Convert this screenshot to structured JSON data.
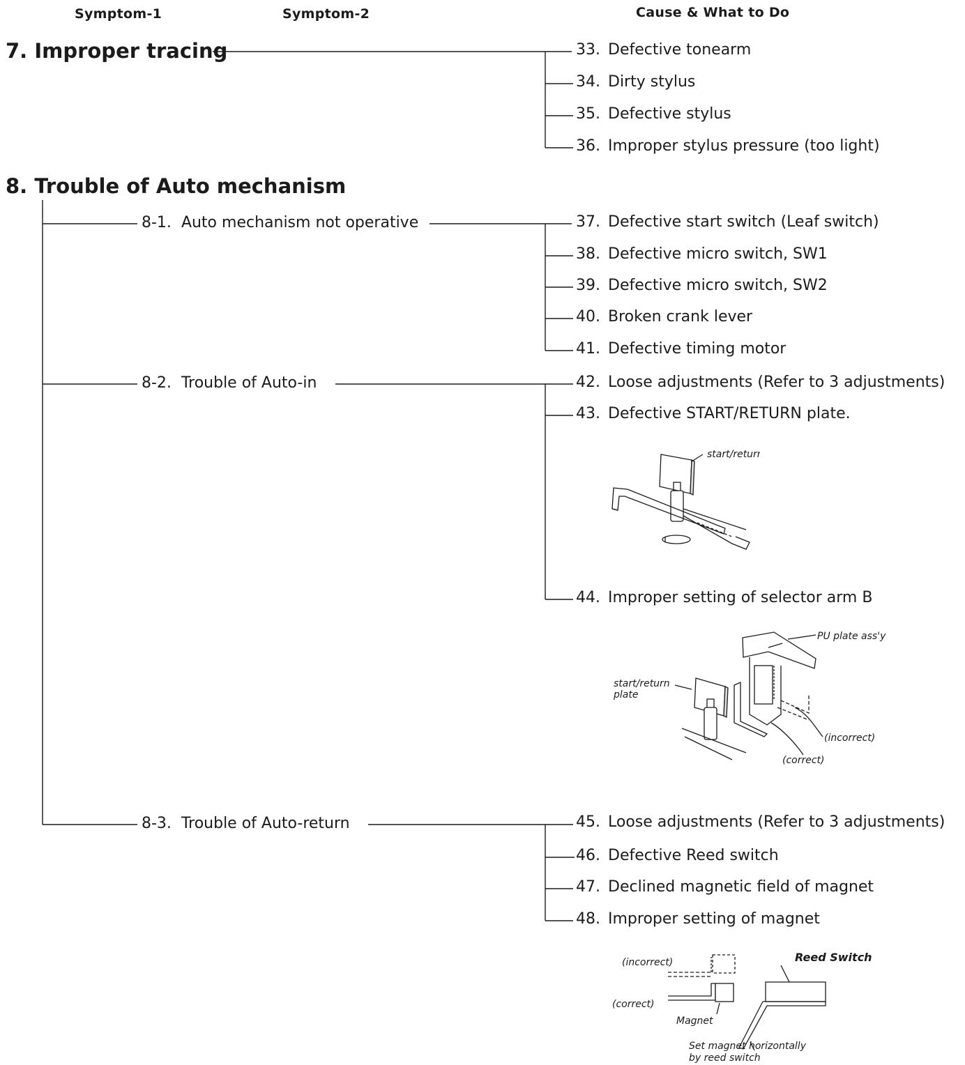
{
  "headers": {
    "symptom1": "Symptom-1",
    "symptom2": "Symptom-2",
    "cause": "Cause & What to Do"
  },
  "sections": [
    {
      "number": "7.",
      "title": "Improper tracing",
      "causes": [
        {
          "num": "33.",
          "text": "Defective tonearm"
        },
        {
          "num": "34.",
          "text": "Dirty stylus"
        },
        {
          "num": "35.",
          "text": "Defective stylus"
        },
        {
          "num": "36.",
          "text": "Improper stylus pressure (too light)"
        }
      ]
    },
    {
      "number": "8.",
      "title": "Trouble of Auto mechanism",
      "subsections": [
        {
          "number": "8-1.",
          "title": "Auto mechanism not operative",
          "causes": [
            {
              "num": "37.",
              "text": "Defective start switch (Leaf switch)"
            },
            {
              "num": "38.",
              "text": "Defective micro switch, SW1"
            },
            {
              "num": "39.",
              "text": "Defective micro switch, SW2"
            },
            {
              "num": "40.",
              "text": "Broken crank lever"
            },
            {
              "num": "41.",
              "text": "Defective timing motor"
            }
          ]
        },
        {
          "number": "8-2.",
          "title": "Trouble of Auto-in",
          "causes": [
            {
              "num": "42.",
              "text": "Loose adjustments (Refer to 3 adjustments)"
            },
            {
              "num": "43.",
              "text": "Defective START/RETURN plate."
            },
            {
              "num": "44.",
              "text": "Improper setting of selector arm B"
            }
          ]
        },
        {
          "number": "8-3.",
          "title": "Trouble of Auto-return",
          "causes": [
            {
              "num": "45.",
              "text": "Loose adjustments (Refer to 3 adjustments)"
            },
            {
              "num": "46.",
              "text": "Defective Reed switch"
            },
            {
              "num": "47.",
              "text": "Declined magnetic field of magnet"
            },
            {
              "num": "48.",
              "text": "Improper setting of magnet"
            }
          ]
        }
      ]
    }
  ],
  "figures": {
    "fig1": {
      "start_return_plate": "start/return plate"
    },
    "fig2": {
      "pu_plate": "PU plate ass'y",
      "start_return_plate": "start/return plate",
      "incorrect": "(incorrect)",
      "correct": "(correct)"
    },
    "fig3": {
      "incorrect": "(incorrect)",
      "correct": "(correct)",
      "reed_switch": "Reed Switch",
      "magnet": "Magnet",
      "note": "Set magnet horizontally by reed switch"
    }
  }
}
